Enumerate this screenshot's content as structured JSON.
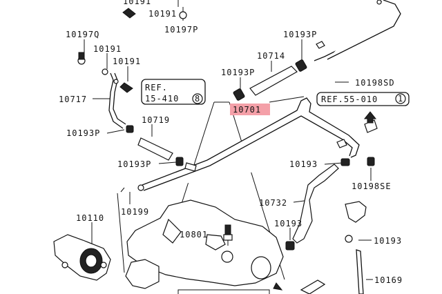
{
  "labels": {
    "p10191_top": "10191",
    "p10191_mid": "10191",
    "p10197p": "10197P",
    "p10197q": "10197Q",
    "p10191_a": "10191",
    "p10191_b": "10191",
    "p10717": "10717",
    "p10193p_top": "10193P",
    "p10714": "10714",
    "p10193p_mid": "10193P",
    "p10198sd": "10198SD",
    "p10701": "10701",
    "p10719": "10719",
    "p10193p_left": "10193P",
    "p10193p_low": "10193P",
    "p10193_right": "10193",
    "p10198se": "10198SE",
    "p10732": "10732",
    "p10199": "10199",
    "p10110": "10110",
    "p10801": "10801",
    "p10193_low": "10193",
    "p10193_far": "10193",
    "p10169": "10169"
  },
  "refs": {
    "ref1": {
      "title": "REF.",
      "code": "15-410",
      "circle": "8"
    },
    "ref2": {
      "title": "REF.55-010",
      "circle": "1"
    }
  },
  "colors": {
    "highlight": "#f4a0a8",
    "line": "#111111"
  }
}
